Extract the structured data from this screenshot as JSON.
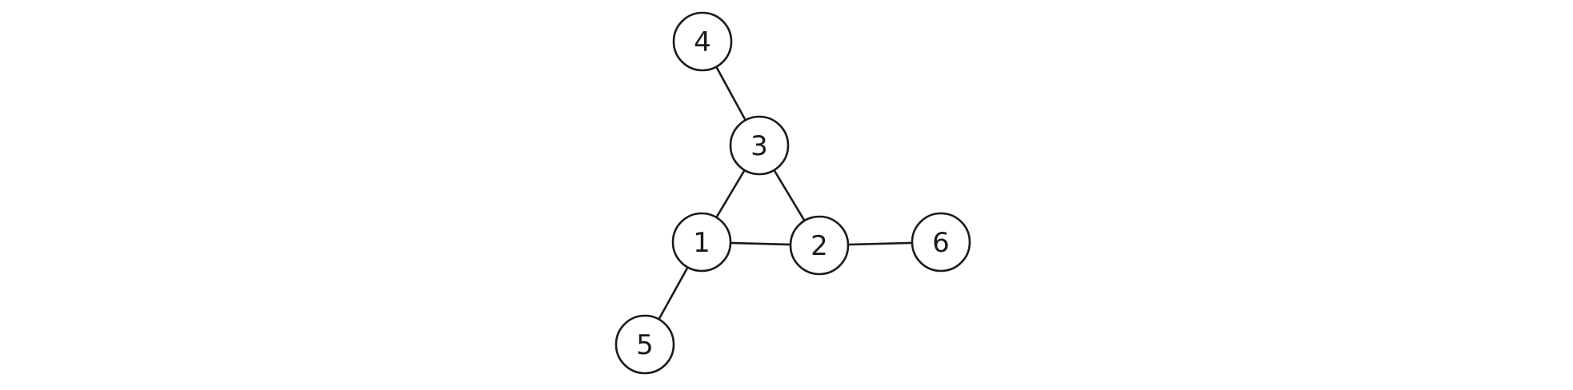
{
  "graph": {
    "nodes": [
      {
        "id": "n1",
        "label": "1"
      },
      {
        "id": "n2",
        "label": "2"
      },
      {
        "id": "n3",
        "label": "3"
      },
      {
        "id": "n4",
        "label": "4"
      },
      {
        "id": "n5",
        "label": "5"
      },
      {
        "id": "n6",
        "label": "6"
      }
    ],
    "edges": [
      {
        "from": "n1",
        "to": "n2"
      },
      {
        "from": "n1",
        "to": "n3"
      },
      {
        "from": "n2",
        "to": "n3"
      },
      {
        "from": "n3",
        "to": "n4"
      },
      {
        "from": "n1",
        "to": "n5"
      },
      {
        "from": "n2",
        "to": "n6"
      }
    ]
  }
}
